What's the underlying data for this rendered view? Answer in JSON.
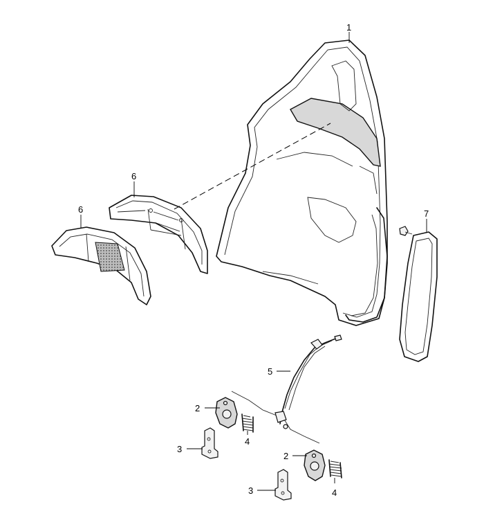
{
  "callouts": [
    {
      "id": "c1",
      "label": "1"
    },
    {
      "id": "c2a",
      "label": "2"
    },
    {
      "id": "c2b",
      "label": "2"
    },
    {
      "id": "c3a",
      "label": "3"
    },
    {
      "id": "c3b",
      "label": "3"
    },
    {
      "id": "c4a",
      "label": "4"
    },
    {
      "id": "c4b",
      "label": "4"
    },
    {
      "id": "c5",
      "label": "5"
    },
    {
      "id": "c6a",
      "label": "6"
    },
    {
      "id": "c6b",
      "label": "6"
    },
    {
      "id": "c7",
      "label": "7"
    }
  ]
}
